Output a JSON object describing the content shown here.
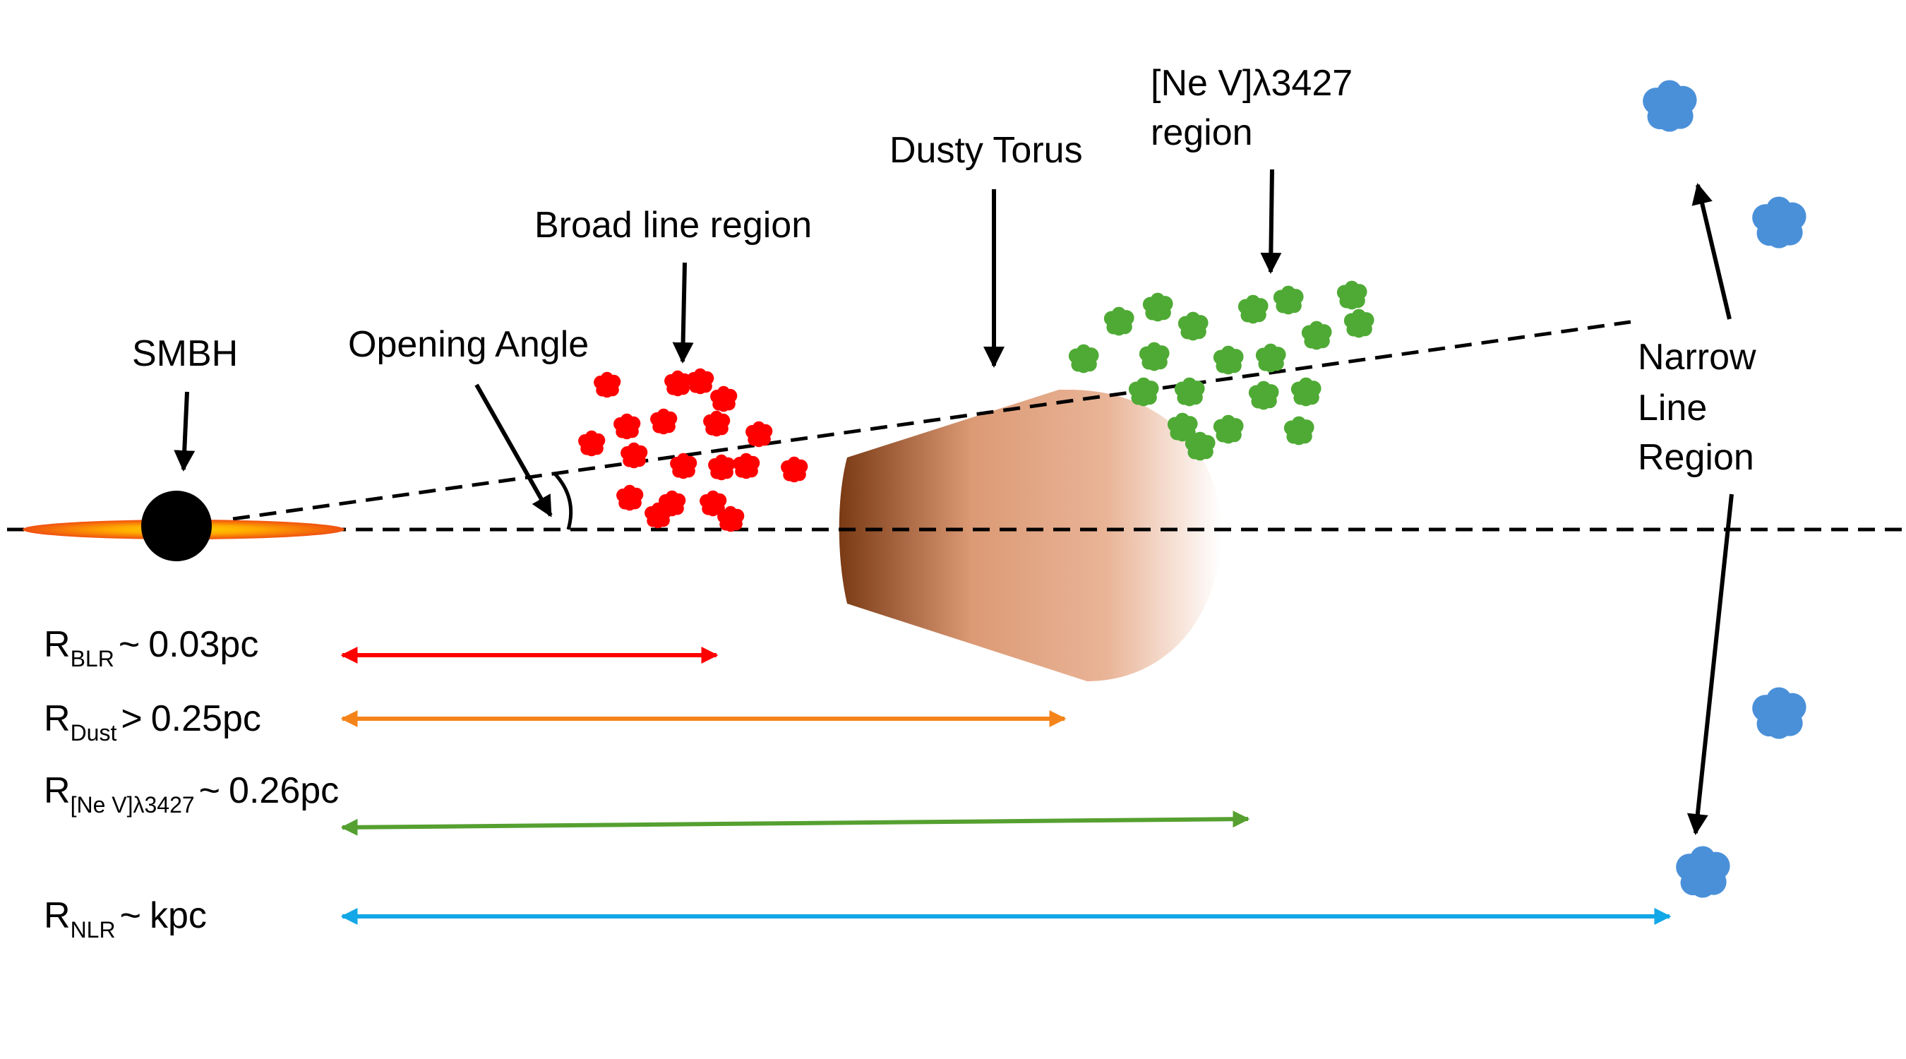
{
  "labels": {
    "smbh": "SMBH",
    "opening_angle": "Opening Angle",
    "broad_line_region": "Broad line region",
    "dusty_torus": "Dusty Torus",
    "nev_region_line1": "[Ne V]λ3427",
    "nev_region_line2": "region",
    "nlr_line1": "Narrow",
    "nlr_line2": "Line",
    "nlr_line3": "Region"
  },
  "radii": [
    {
      "R": "R",
      "sub": "BLR",
      "rel": "~",
      "value": "0.03pc",
      "color": "#ff0000"
    },
    {
      "R": "R",
      "sub": "Dust",
      "rel": ">",
      "value": "0.25pc",
      "color": "#f4841a"
    },
    {
      "R": "R",
      "sub": "[Ne V]λ3427",
      "rel": "~",
      "value": "0.26pc",
      "color": "#55a030"
    },
    {
      "R": "R",
      "sub": "NLR",
      "rel": "~",
      "value": "kpc",
      "color": "#12a7e6"
    }
  ],
  "colors": {
    "blr_clouds": "#ff0000",
    "nev_clouds": "#4faa35",
    "nlr_clouds": "#4a90d9",
    "torus_dark": "#7a3a14",
    "torus_mid": "#dfa07e",
    "disk_center": "#ffb000",
    "disk_edge": "#f04a10"
  }
}
